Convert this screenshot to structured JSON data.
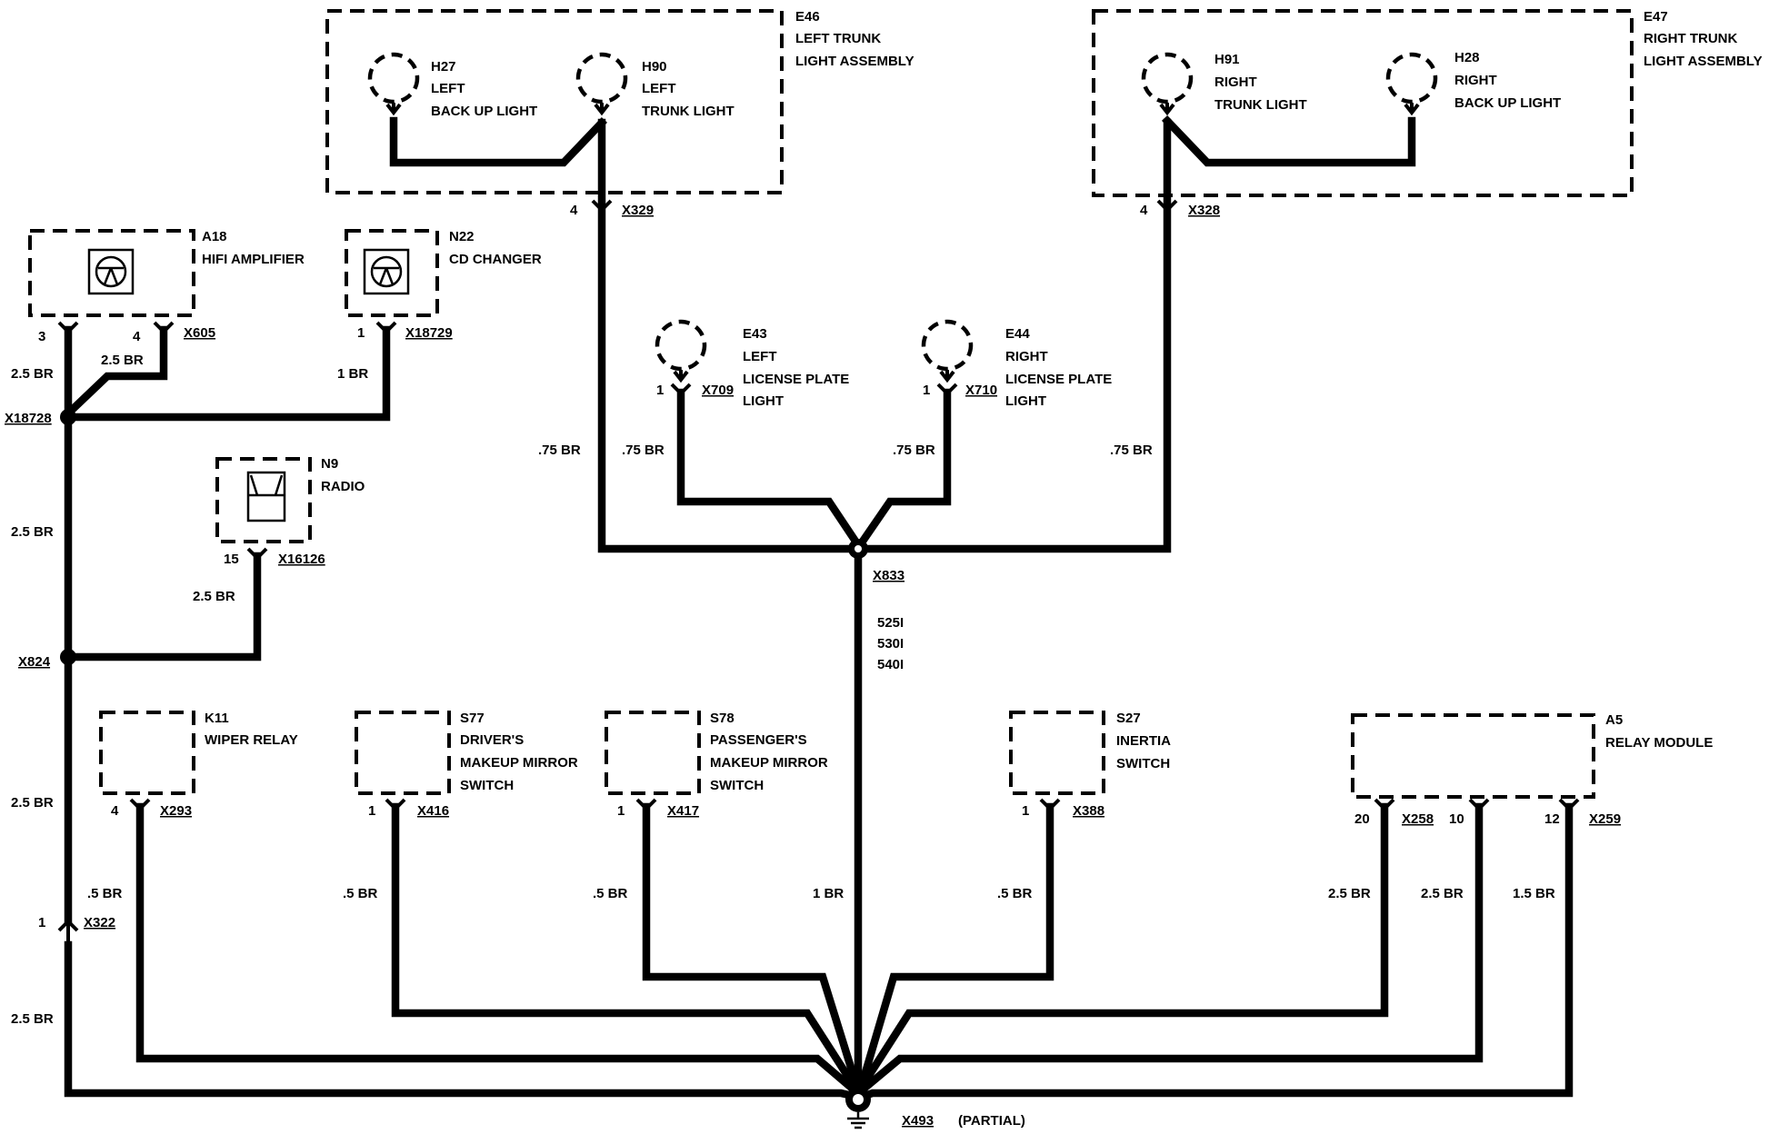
{
  "components": {
    "e46": {
      "id": "E46",
      "l1": "LEFT TRUNK",
      "l2": "LIGHT ASSEMBLY"
    },
    "h27": {
      "id": "H27",
      "l1": "LEFT",
      "l2": "BACK UP LIGHT"
    },
    "h90": {
      "id": "H90",
      "l1": "LEFT",
      "l2": "TRUNK LIGHT"
    },
    "e47": {
      "id": "E47",
      "l1": "RIGHT TRUNK",
      "l2": "LIGHT ASSEMBLY"
    },
    "h91": {
      "id": "H91",
      "l1": "RIGHT",
      "l2": "TRUNK LIGHT"
    },
    "h28": {
      "id": "H28",
      "l1": "RIGHT",
      "l2": "BACK UP LIGHT"
    },
    "a18": {
      "id": "A18",
      "l1": "HIFI AMPLIFIER"
    },
    "n22": {
      "id": "N22",
      "l1": "CD CHANGER"
    },
    "e43": {
      "id": "E43",
      "l1": "LEFT",
      "l2": "LICENSE PLATE",
      "l3": "LIGHT"
    },
    "e44": {
      "id": "E44",
      "l1": "RIGHT",
      "l2": "LICENSE PLATE",
      "l3": "LIGHT"
    },
    "n9": {
      "id": "N9",
      "l1": "RADIO"
    },
    "k11": {
      "id": "K11",
      "l1": "WIPER RELAY"
    },
    "s77": {
      "id": "S77",
      "l1": "DRIVER'S",
      "l2": "MAKEUP MIRROR",
      "l3": "SWITCH"
    },
    "s78": {
      "id": "S78",
      "l1": "PASSENGER'S",
      "l2": "MAKEUP MIRROR",
      "l3": "SWITCH"
    },
    "s27": {
      "id": "S27",
      "l1": "INERTIA",
      "l2": "SWITCH"
    },
    "a5": {
      "id": "A5",
      "l1": "RELAY MODULE"
    }
  },
  "connectors": {
    "x329": "X329",
    "x328": "X328",
    "x605": "X605",
    "x18729": "X18729",
    "x18728": "X18728",
    "x709": "X709",
    "x710": "X710",
    "x16126": "X16126",
    "x833": "X833",
    "x824": "X824",
    "x293": "X293",
    "x416": "X416",
    "x417": "X417",
    "x388": "X388",
    "x258": "X258",
    "x259": "X259",
    "x322": "X322",
    "x493": "X493"
  },
  "pins": {
    "x329": "4",
    "x328": "4",
    "a18_3": "3",
    "a18_4": "4",
    "n22_1": "1",
    "e43_1": "1",
    "e44_1": "1",
    "n9_15": "15",
    "k11_4": "4",
    "s77_1": "1",
    "s78_1": "1",
    "s27_1": "1",
    "a5_20": "20",
    "a5_10": "10",
    "a5_12": "12",
    "x322_1": "1"
  },
  "wires": {
    "a18_3": "2.5 BR",
    "a18_4": "2.5 BR",
    "n22": "1 BR",
    "x18728_x824": "2.5 BR",
    "n9": "2.5 BR",
    "x824_x322": "2.5 BR",
    "x322_ground": "2.5 BR",
    "left_trunk": ".75 BR",
    "left_plate": ".75 BR",
    "right_plate": ".75 BR",
    "right_trunk": ".75 BR",
    "k11": ".5 BR",
    "s77": ".5 BR",
    "s78": ".5 BR",
    "x833_ground": "1 BR",
    "s27": ".5 BR",
    "a5_20": "2.5 BR",
    "a5_10": "2.5 BR",
    "a5_12": "1.5 BR"
  },
  "splice_codes": [
    "525I",
    "530I",
    "540I"
  ],
  "ground_note": "(PARTIAL)"
}
